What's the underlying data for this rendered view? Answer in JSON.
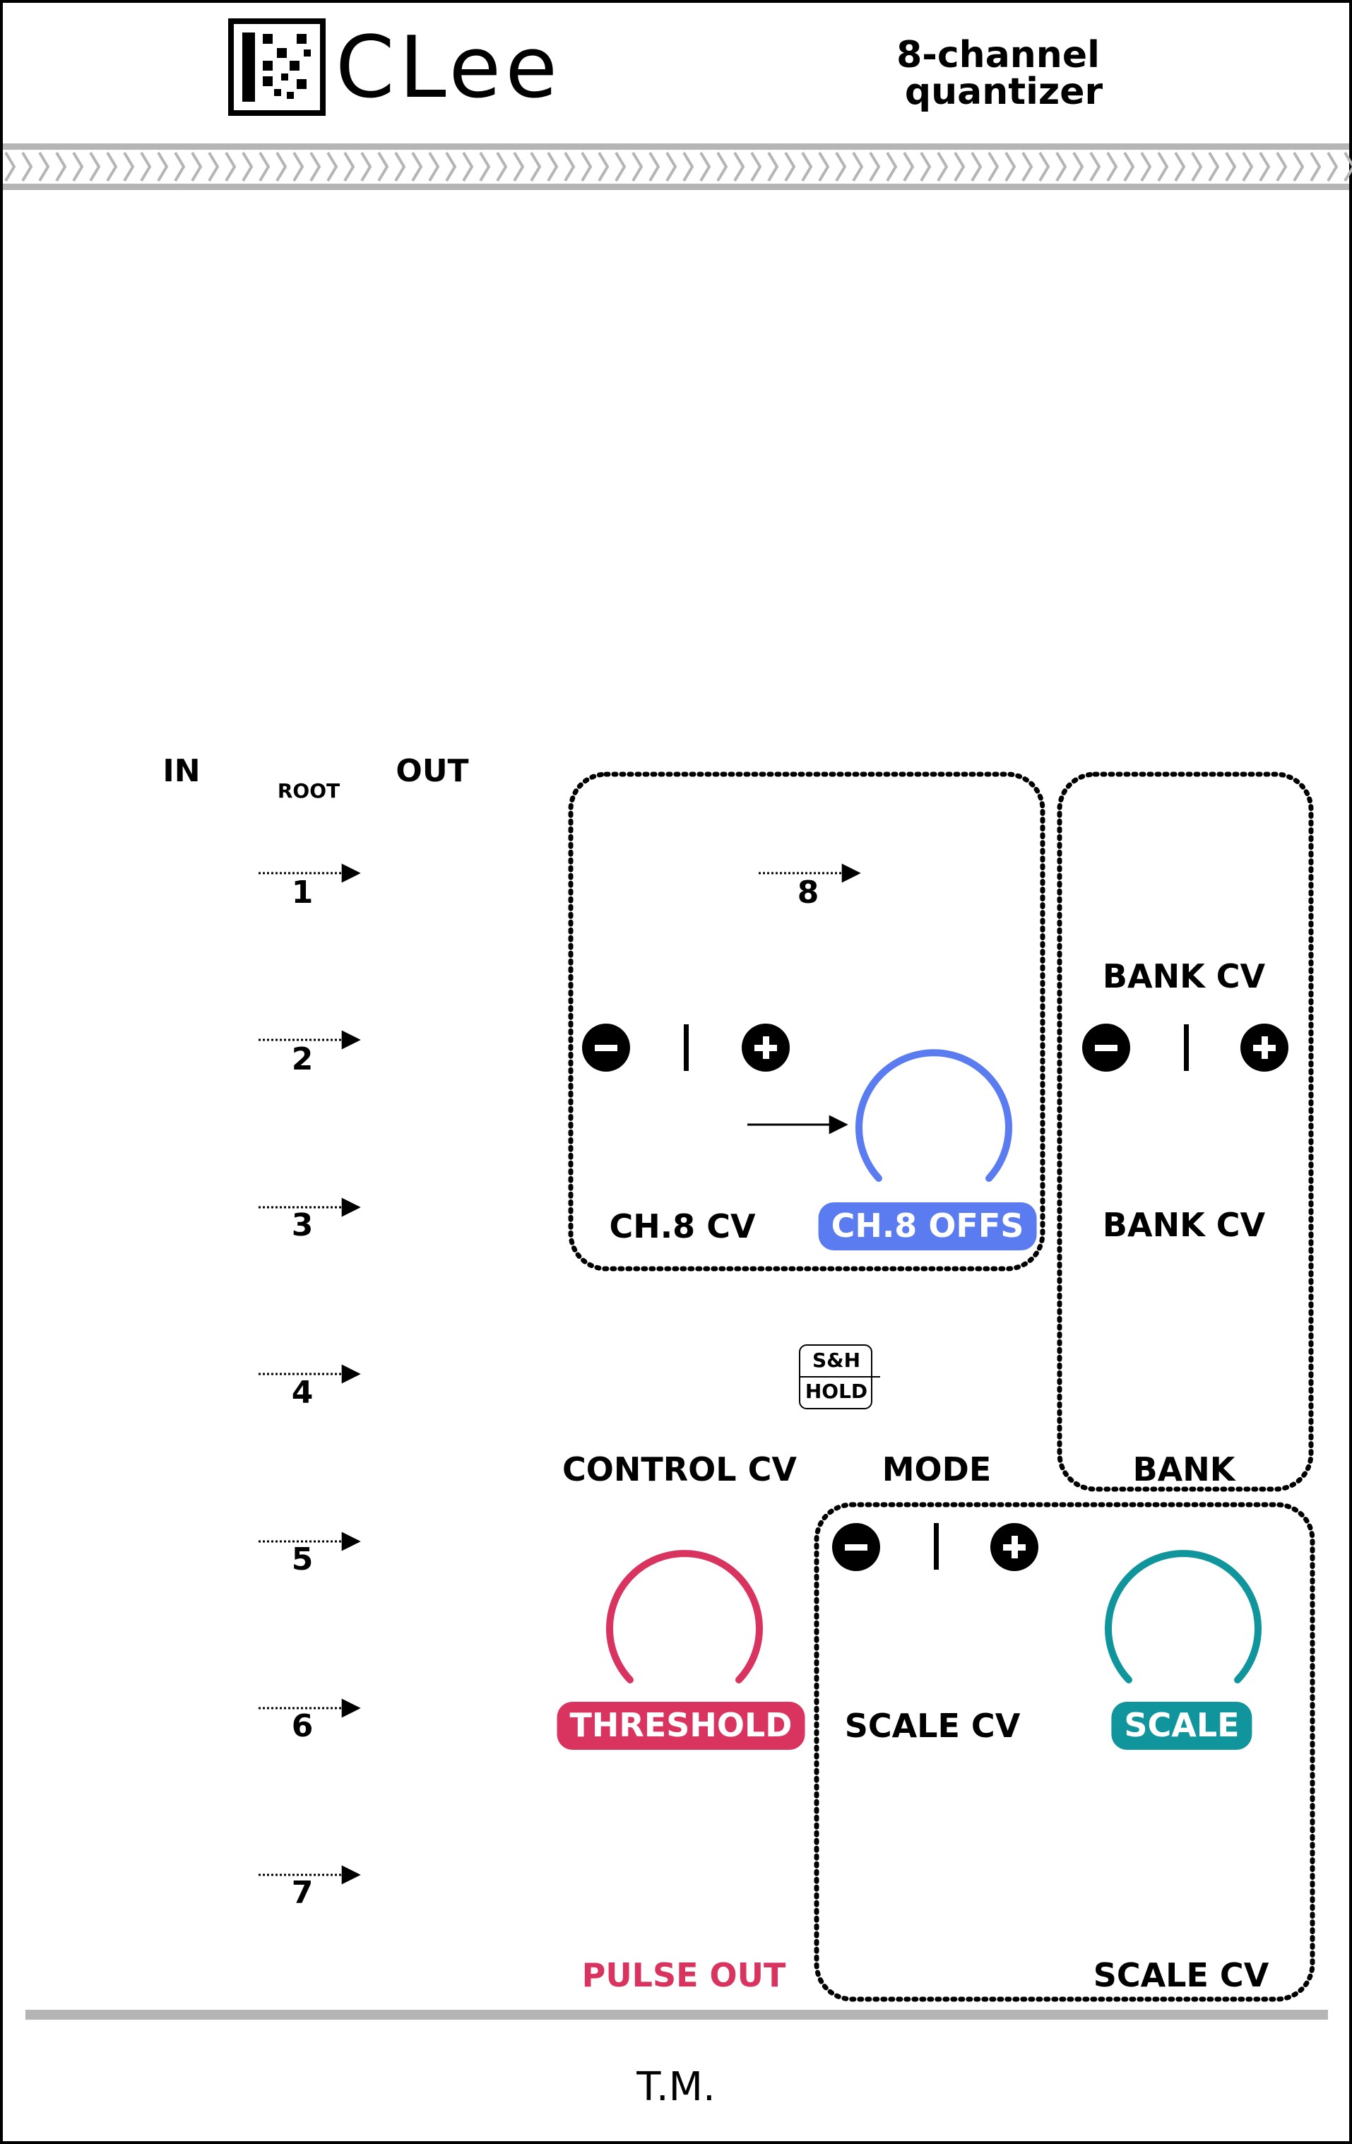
{
  "header": {
    "brand": "CLee",
    "subtitle_line1": "8-channel",
    "subtitle_line2": "quantizer"
  },
  "columns": {
    "in": "IN",
    "root": "ROOT",
    "out": "OUT"
  },
  "channels": [
    "1",
    "2",
    "3",
    "4",
    "5",
    "6",
    "7"
  ],
  "ch8_group": {
    "channel_label": "8",
    "minus": "minus-icon",
    "plus": "plus-icon",
    "cv_label": "CH.8 CV",
    "knob_label": "CH.8 OFFS"
  },
  "bank_group": {
    "cv_top": "BANK CV",
    "cv_bottom": "BANK CV",
    "label": "BANK"
  },
  "sh_switch": {
    "top": "S&H",
    "bottom": "HOLD"
  },
  "control_cv": "CONTROL CV",
  "mode": "MODE",
  "threshold": {
    "knob_label": "THRESHOLD",
    "pulse_out": "PULSE OUT"
  },
  "scale_group": {
    "cv_label": "SCALE CV",
    "knob_label": "SCALE",
    "bottom_label": "SCALE CV"
  },
  "footer": {
    "initials": "T.M."
  },
  "colors": {
    "blue": "#5b7cf0",
    "red": "#d9345f",
    "teal": "#10959c",
    "gray": "#b5b5b5"
  }
}
